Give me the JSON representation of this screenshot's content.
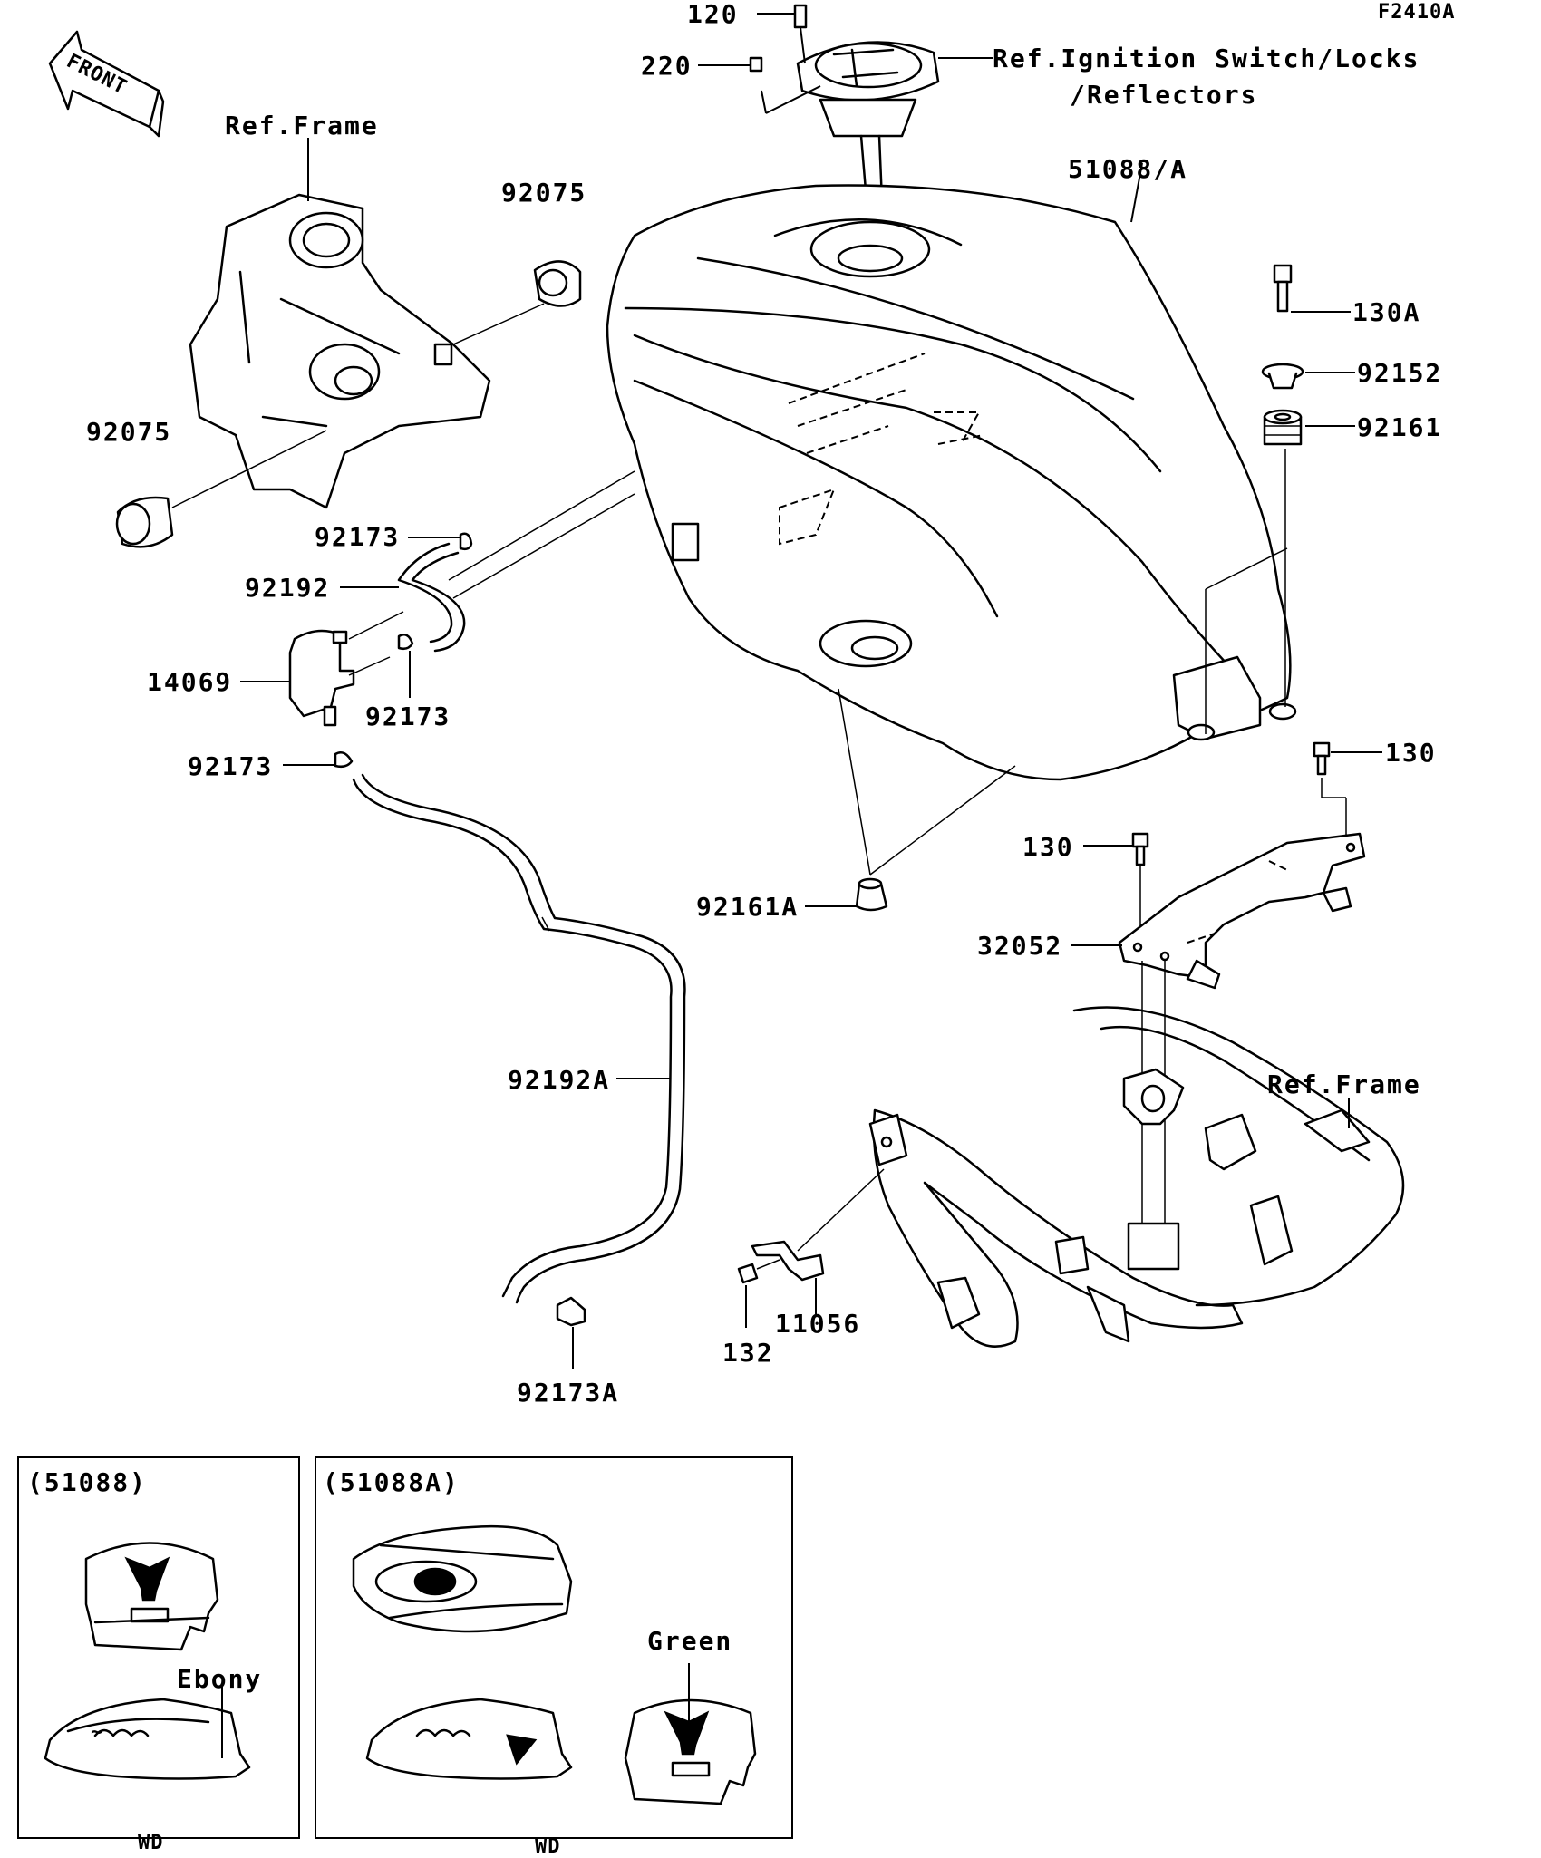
{
  "diagram_code": "F2410A",
  "front_label": "FRONT",
  "refs": {
    "frame_top": "Ref.Frame",
    "frame_bottom": "Ref.Frame",
    "ignition_line1": "Ref.Ignition Switch/Locks",
    "ignition_line2": "/Reflectors"
  },
  "parts": {
    "p120": "120",
    "p220": "220",
    "p51088a": "51088/A",
    "p92075_top": "92075",
    "p92075_left": "92075",
    "p130a": "130A",
    "p92152": "92152",
    "p92161": "92161",
    "p92173_a": "92173",
    "p92192": "92192",
    "p14069": "14069",
    "p92173_b": "92173",
    "p92173_c": "92173",
    "p130_right": "130",
    "p130_mid": "130",
    "p92161a": "92161A",
    "p32052": "32052",
    "p92192a": "92192A",
    "p11056": "11056",
    "p132": "132",
    "p92173a": "92173A"
  },
  "insets": {
    "left": {
      "title": "(51088)",
      "color_label": "Ebony",
      "market": "WD"
    },
    "right": {
      "title": "(51088A)",
      "color_label": "Green",
      "market": "WD"
    }
  }
}
